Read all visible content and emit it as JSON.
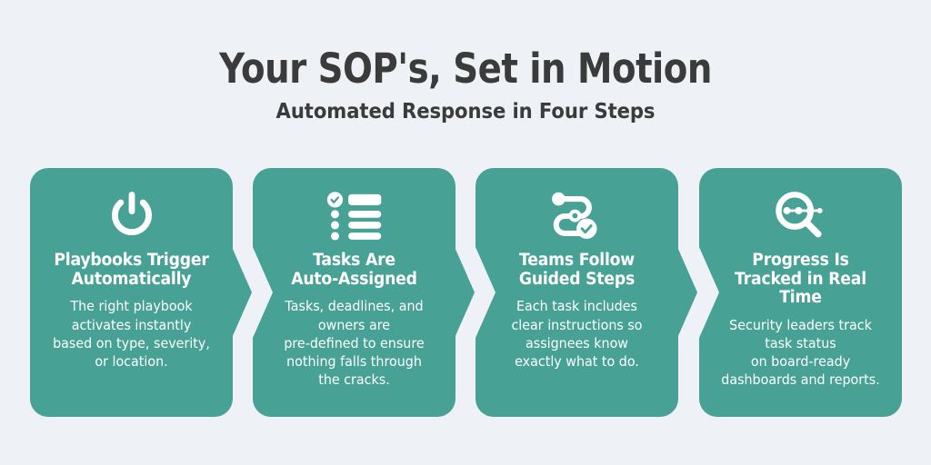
{
  "header": {
    "title": "Your SOP's, Set in Motion",
    "subtitle": "Automated Response in Four Steps"
  },
  "theme": {
    "background": "#eef2f6",
    "card_fill": "#47a195",
    "card_text": "#ffffff",
    "heading_text": "#3b3b3b"
  },
  "steps": [
    {
      "icon": "power-icon",
      "title": "Playbooks Trigger\nAutomatically",
      "body": "The right playbook\nactivates instantly\nbased on type, severity,\nor location."
    },
    {
      "icon": "checklist-icon",
      "title": "Tasks Are\nAuto-Assigned",
      "body": "Tasks, deadlines, and\nowners are\npre-defined to ensure\nnothing falls through\nthe cracks."
    },
    {
      "icon": "route-check-icon",
      "title": "Teams Follow\nGuided Steps",
      "body": "Each task includes\nclear instructions so\nassignees know\nexactly what to do."
    },
    {
      "icon": "magnifier-progress-icon",
      "title": "Progress Is\nTracked in Real\nTime",
      "body": "Security leaders track\ntask status\non board-ready\ndashboards and reports."
    }
  ]
}
